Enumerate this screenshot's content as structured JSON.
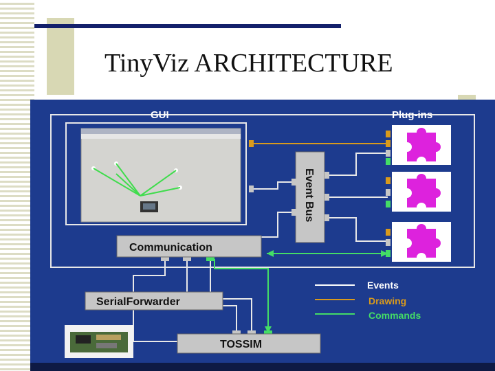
{
  "slide": {
    "title": "TinyViz ARCHITECTURE"
  },
  "diagram": {
    "gui_label": "GUI",
    "plugins_label": "Plug-ins",
    "event_bus_label": "Event Bus",
    "communication_label": "Communication",
    "serial_forwarder_label": "SerialForwarder",
    "tossim_label": "TOSSIM",
    "legend": {
      "events": "Events",
      "drawing": "Drawing",
      "commands": "Commands"
    },
    "colors": {
      "events": "#ffffff",
      "drawing": "#d99a1c",
      "commands": "#44dd66",
      "plugin_piece": "#dd22dd",
      "background": "#1d3b8e"
    }
  }
}
